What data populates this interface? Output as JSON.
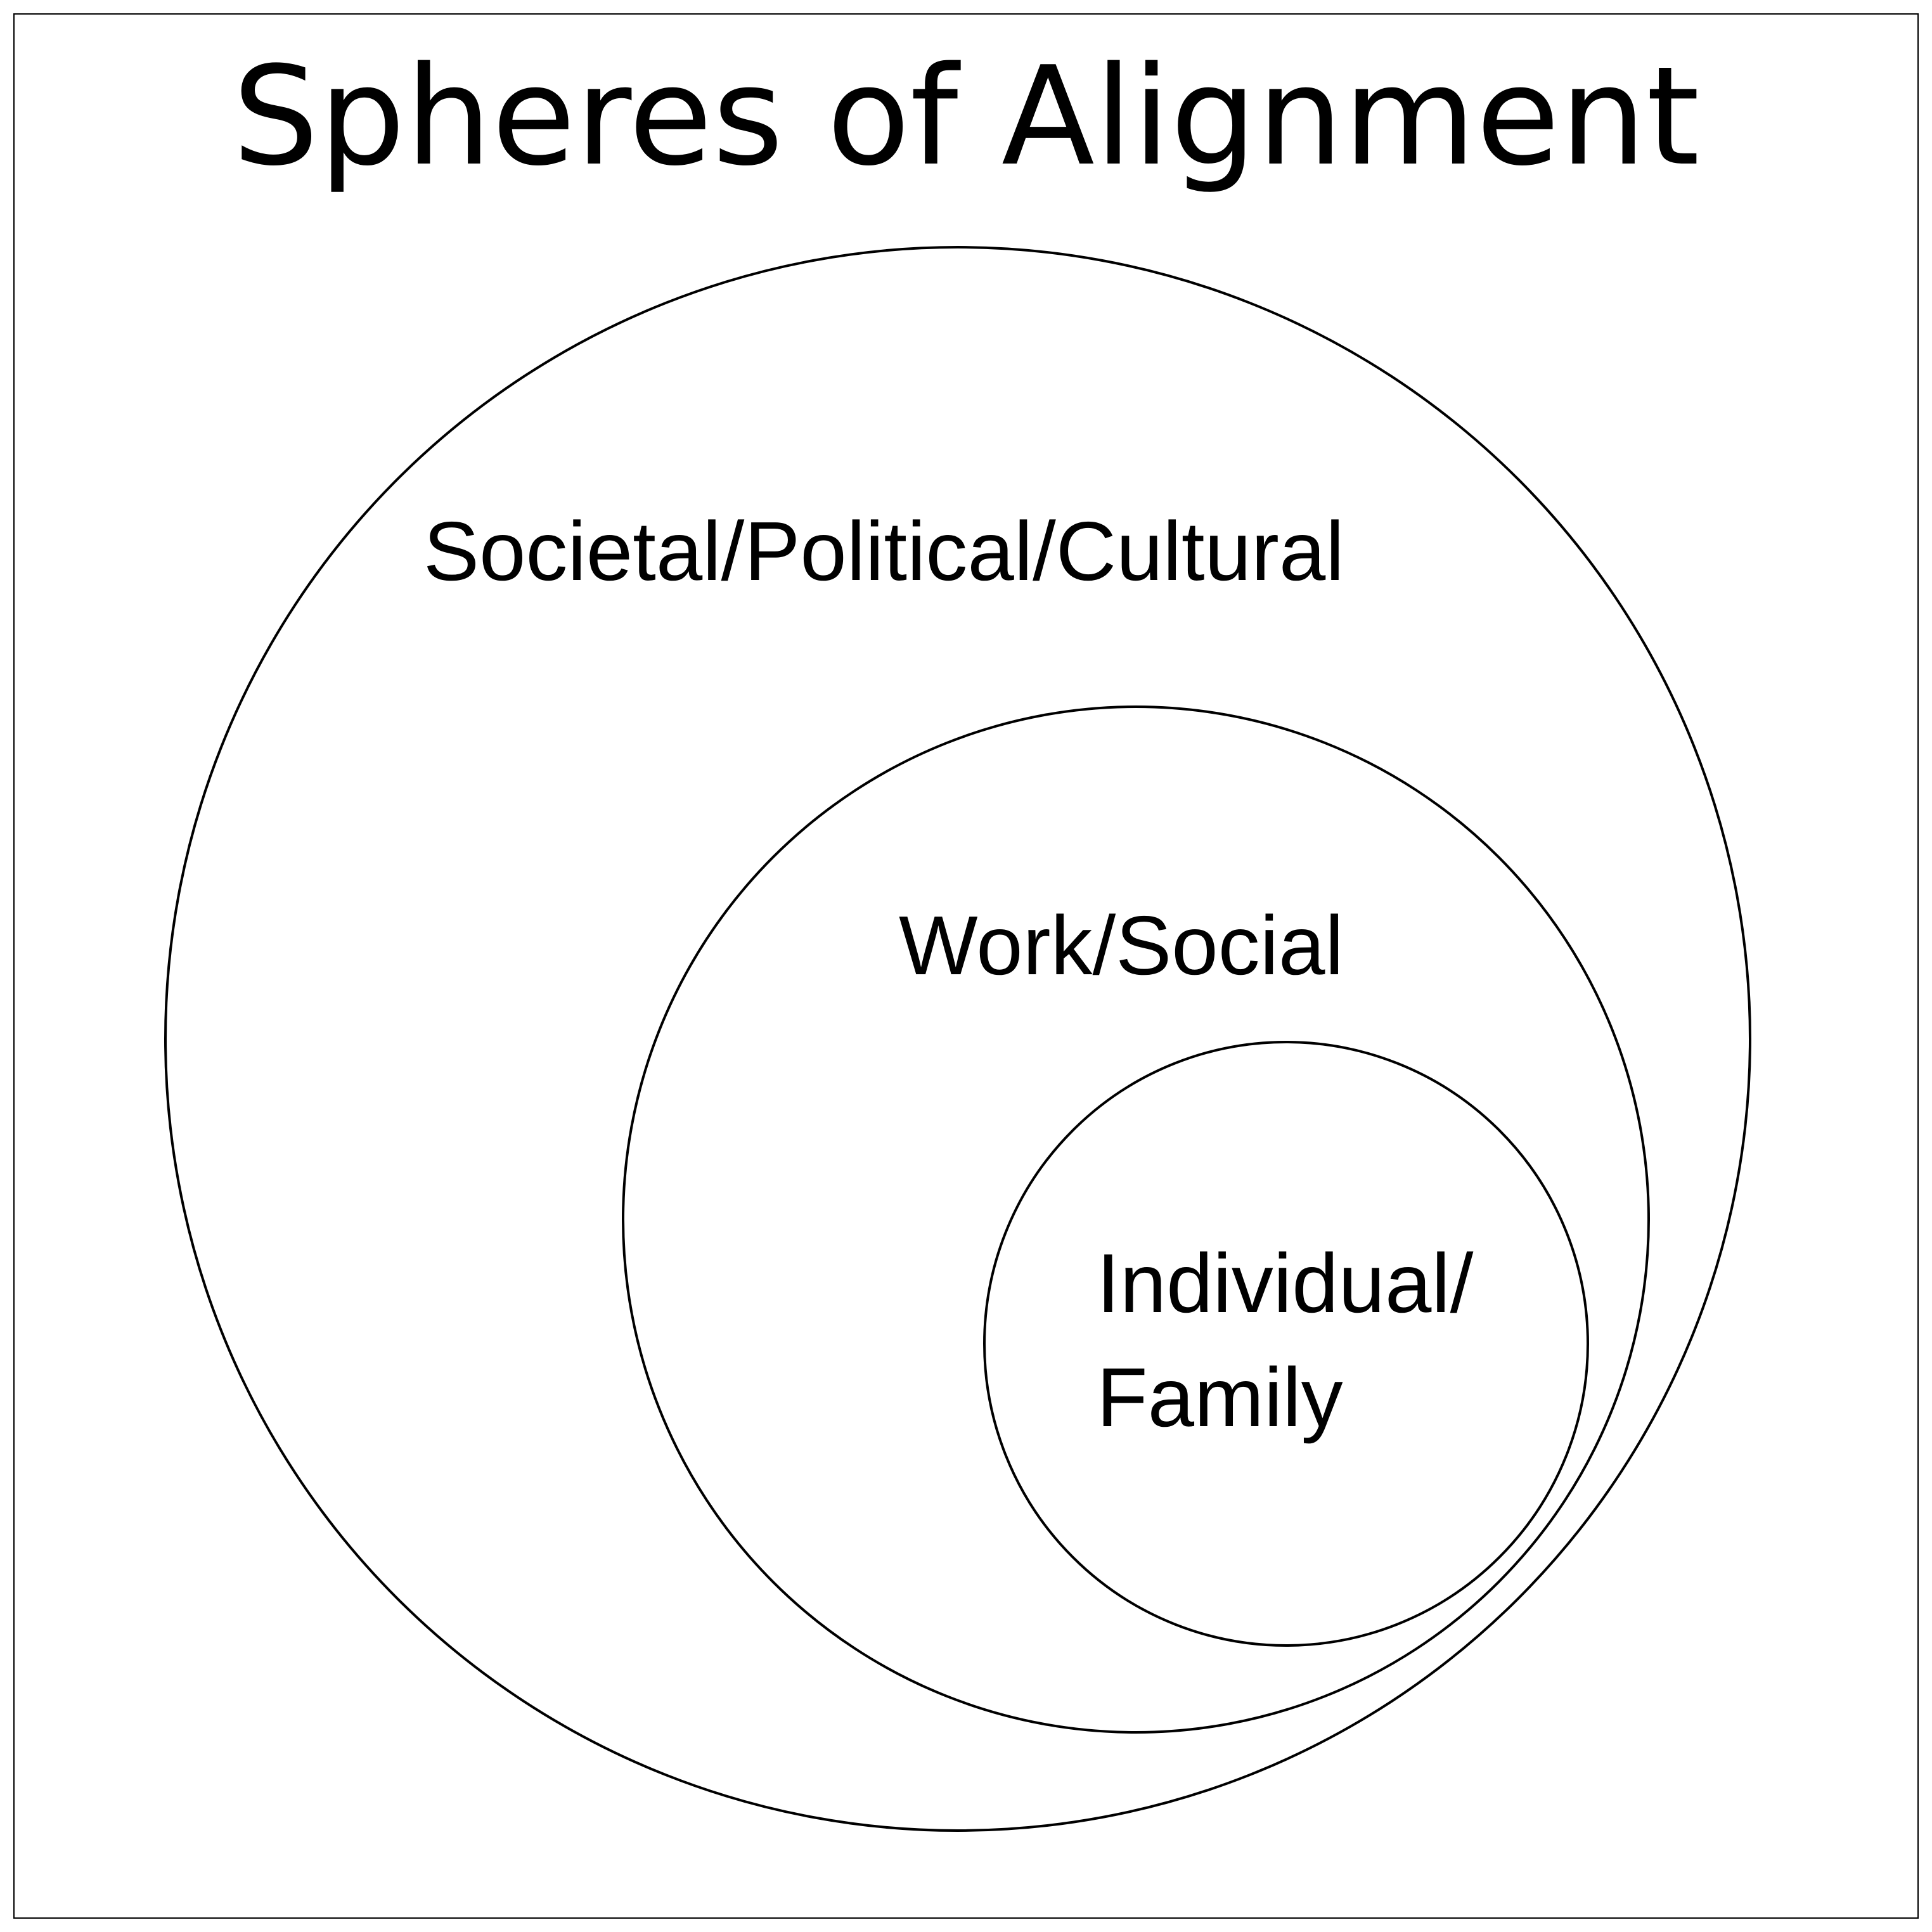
{
  "title": "Spheres of Alignment",
  "spheres": {
    "outer": {
      "label": "Societal/Political/Cultural"
    },
    "middle": {
      "label": "Work/Social"
    },
    "inner": {
      "label_lines": [
        "Individual/",
        "Family"
      ]
    }
  },
  "colors": {
    "background": "#ffffff",
    "stroke": "#000000",
    "text": "#000000"
  }
}
